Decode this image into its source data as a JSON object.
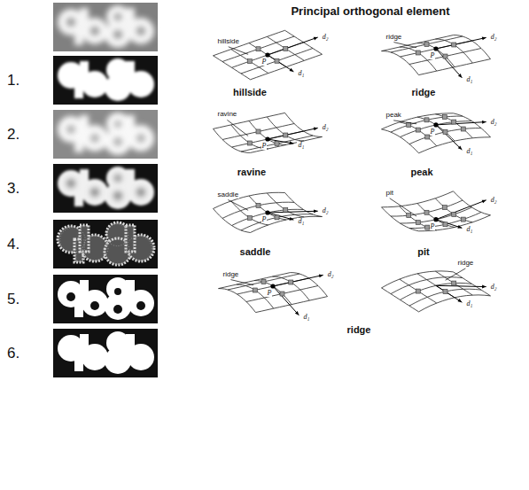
{
  "diagram": {
    "title": "Principal orthogonal element",
    "labels": [
      "1.",
      "2.",
      "3.",
      "4.",
      "5.",
      "6.",
      "hillside",
      "P",
      "d₂",
      "d₁",
      "hillside",
      "ridge",
      "P",
      "d₂",
      "d₁",
      "ridge",
      "ravine",
      "P",
      "d₂",
      "d₁",
      "ravine",
      "peak",
      "P",
      "d₂",
      "d₁",
      "peak",
      "saddle",
      "P",
      "d₂",
      "d₁",
      "saddle",
      "pit",
      "P",
      "d₂",
      "d₁",
      "pit",
      "ridge",
      "P",
      "d₂",
      "d₁",
      "ridge",
      "d₂",
      "d₁",
      "ridge"
    ]
  }
}
